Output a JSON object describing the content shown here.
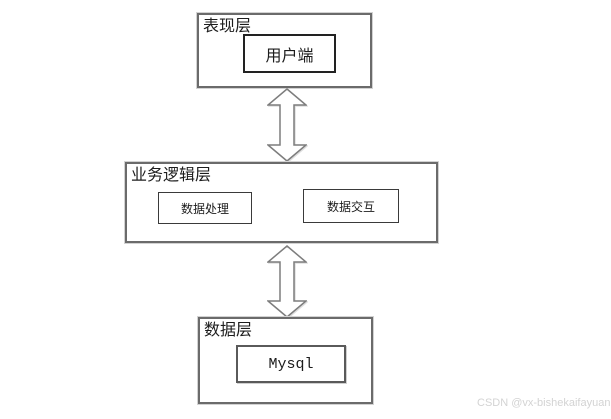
{
  "diagram": {
    "title": "three-tier-architecture",
    "layers": [
      {
        "label": "表现层",
        "nodes": [
          {
            "label": "用户端"
          }
        ]
      },
      {
        "label": "业务逻辑层",
        "nodes": [
          {
            "label": "数据处理"
          },
          {
            "label": "数据交互"
          }
        ]
      },
      {
        "label": "数据层",
        "nodes": [
          {
            "label": "Mysql"
          }
        ]
      }
    ],
    "connectors": [
      {
        "name": "double-arrow",
        "from": "表现层",
        "to": "业务逻辑层",
        "bidirectional": true
      },
      {
        "name": "double-arrow",
        "from": "业务逻辑层",
        "to": "数据层",
        "bidirectional": true
      }
    ]
  },
  "watermark": {
    "text": "CSDN @vx-bishekaifayuan"
  },
  "colors": {
    "background": "#ffffff",
    "layer_border": "#6b6b6b",
    "node_border": "#2b2b2b",
    "arrow_stroke": "#7d7d7d",
    "arrow_fill": "#ffffff",
    "watermark_text": "#d3d3d3"
  }
}
